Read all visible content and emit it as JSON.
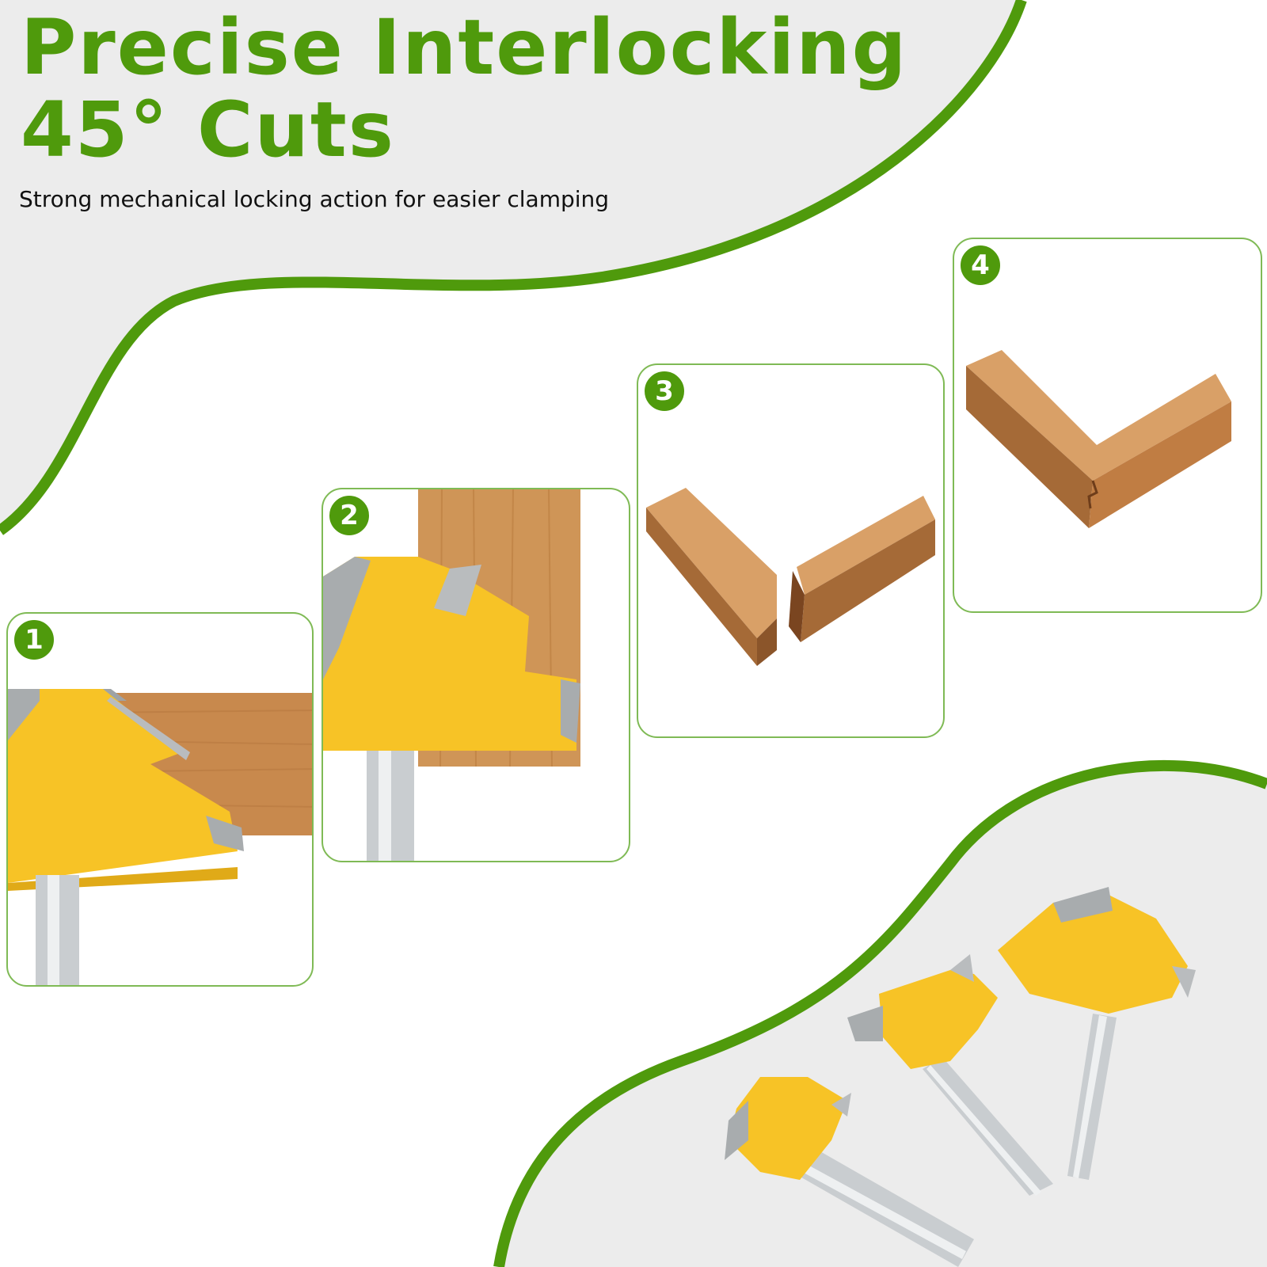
{
  "header": {
    "title_line1": "Precise Interlocking",
    "title_line2": "45° Cuts",
    "subtitle": "Strong mechanical locking action for easier clamping"
  },
  "steps": [
    {
      "number": "1",
      "content": "router-bit-cutting-horizontal-board"
    },
    {
      "number": "2",
      "content": "router-bit-cutting-vertical-board"
    },
    {
      "number": "3",
      "content": "two-boards-with-lock-miter-profile"
    },
    {
      "number": "4",
      "content": "assembled-90-degree-corner-joint"
    }
  ],
  "product": {
    "content": "three-lock-miter-router-bits"
  },
  "colors": {
    "brand_green": "#4f9a0c",
    "light_gray_bg": "#ececec",
    "bit_yellow": "#f7c326",
    "blade_gray": "#9ea3a6",
    "wood": "#c4864b"
  }
}
